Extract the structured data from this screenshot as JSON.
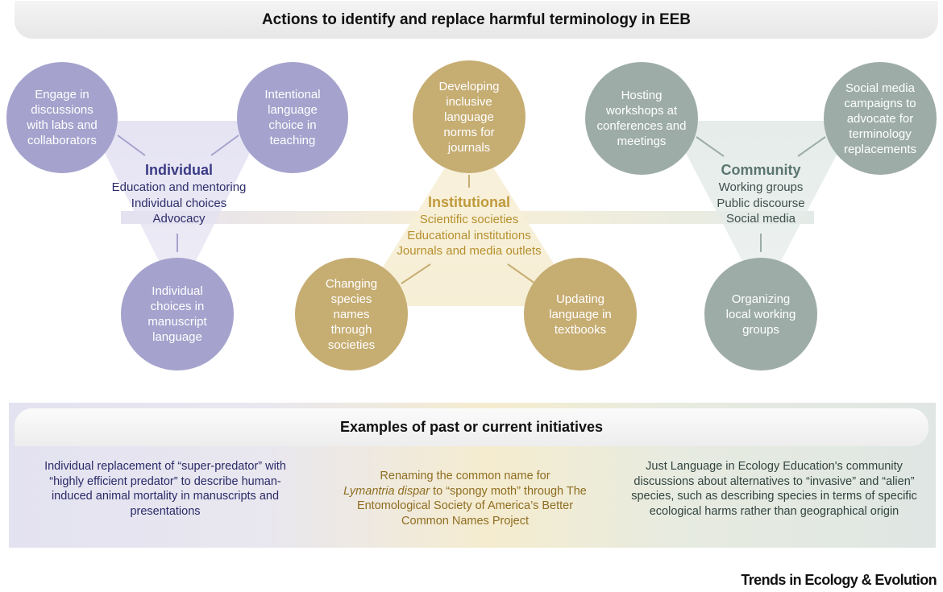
{
  "header": {
    "title": "Actions to identify and replace harmful terminology in EEB"
  },
  "colors": {
    "individual": "#a5a2cd",
    "institutional": "#c6ad72",
    "community": "#9daca7",
    "individual_text": "#2e2d6a",
    "institutional_text": "#b5902f",
    "community_text": "#5b7570"
  },
  "individual": {
    "title": "Individual",
    "lines": [
      "Education and mentoring",
      "Individual choices",
      "Advocacy"
    ],
    "actions": [
      "Engage in discussions with labs and collaborators",
      "Intentional language choice in teaching",
      "Individual choices in manuscript language"
    ]
  },
  "institutional": {
    "title": "Institutional",
    "lines": [
      "Scientific societies",
      "Educational institutions",
      "Journals and media outlets"
    ],
    "actions": [
      "Developing inclusive language norms for journals",
      "Changing species names through societies",
      "Updating language in textbooks"
    ]
  },
  "community": {
    "title": "Community",
    "lines": [
      "Working groups",
      "Public discourse",
      "Social media"
    ],
    "actions": [
      "Hosting workshops at conferences and meetings",
      "Social media campaigns to advocate for terminology replacements",
      "Organizing local working groups"
    ]
  },
  "examples": {
    "title": "Examples of past or current initiatives",
    "individual": "Individual replacement of “super-predator” with “highly efficient predator” to describe human-induced animal mortality in manuscripts and presentations",
    "institutional_prefix": "Renaming the common name for",
    "institutional_species": "Lymantria dispar",
    "institutional_suffix": "to “spongy moth” through The Entomological Society of America’s Better Common Names Project",
    "community": "Just Language in Ecology Education's community discussions about alternatives to “invasive” and “alien” species, such as describing species in terms of specific ecological harms rather than geographical origin"
  },
  "brand": "Trends in Ecology & Evolution"
}
